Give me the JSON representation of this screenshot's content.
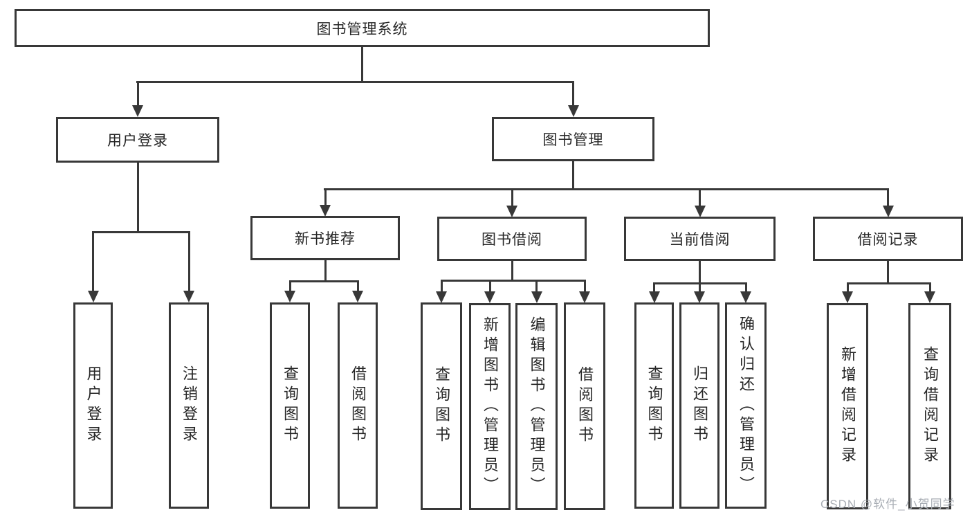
{
  "tree": {
    "label": "图书管理系统",
    "children": [
      {
        "label": "用户登录",
        "children": [
          {
            "label": "用户登录"
          },
          {
            "label": "注销登录"
          }
        ]
      },
      {
        "label": "图书管理",
        "children": [
          {
            "label": "新书推荐",
            "children": [
              {
                "label": "查询图书"
              },
              {
                "label": "借阅图书"
              }
            ]
          },
          {
            "label": "图书借阅",
            "children": [
              {
                "label": "查询图书"
              },
              {
                "label": "新增图书（管理员）"
              },
              {
                "label": "编辑图书（管理员）"
              },
              {
                "label": "借阅图书"
              }
            ]
          },
          {
            "label": "当前借阅",
            "children": [
              {
                "label": "查询图书"
              },
              {
                "label": "归还图书"
              },
              {
                "label": "确认归还（管理员）"
              }
            ]
          },
          {
            "label": "借阅记录",
            "children": [
              {
                "label": "新增借阅记录"
              },
              {
                "label": "查询借阅记录"
              }
            ]
          }
        ]
      }
    ]
  },
  "watermark": {
    "text": "CSDN @软件_小贺同学"
  },
  "colors": {
    "line": "#383838",
    "box_border": "#383838",
    "box_background": "#ffffff",
    "text": "#262626",
    "watermark": "#a9aeb5",
    "page_background": "#ffffff"
  }
}
